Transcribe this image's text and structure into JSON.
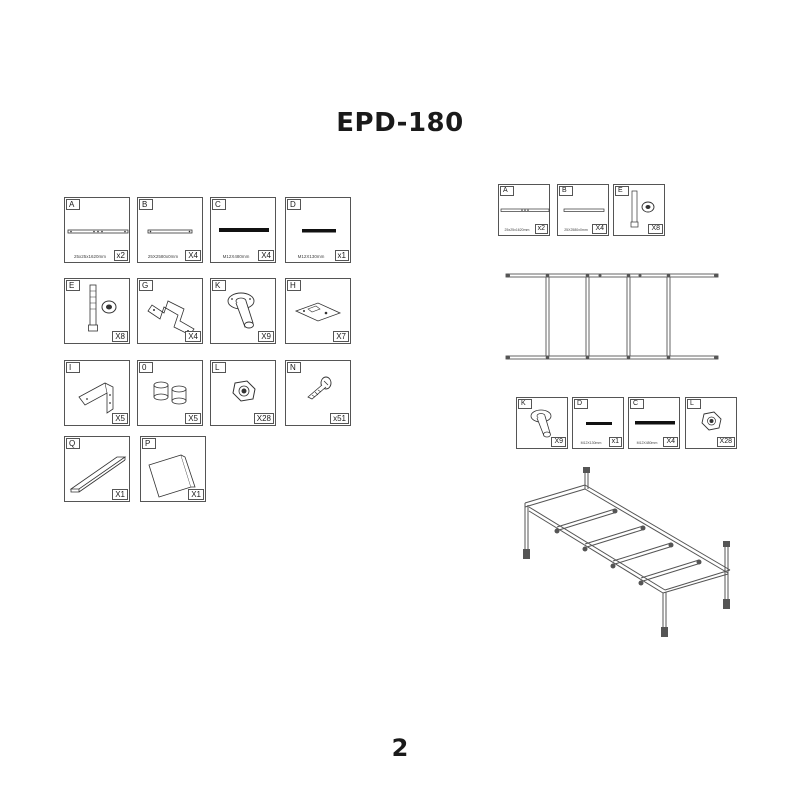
{
  "header": {
    "title": "EPD-180"
  },
  "parts": [
    {
      "letter": "A",
      "qty": "x2",
      "dim": "25x25x1620mm",
      "icon": "long-rod-icon"
    },
    {
      "letter": "B",
      "qty": "X4",
      "dim": "25X2580x0mm",
      "icon": "rod-icon"
    },
    {
      "letter": "C",
      "qty": "X4",
      "dim": "M12X480mm",
      "icon": "thick-bar-icon"
    },
    {
      "letter": "D",
      "qty": "x1",
      "dim": "M12X130mm",
      "icon": "short-bar-icon"
    },
    {
      "letter": "E",
      "qty": "X8",
      "dim": "",
      "icon": "bolt-nut-icon"
    },
    {
      "letter": "G",
      "qty": "X4",
      "dim": "",
      "icon": "bracket-icon"
    },
    {
      "letter": "K",
      "qty": "X9",
      "dim": "",
      "icon": "flange-tube-icon"
    },
    {
      "letter": "H",
      "qty": "X7",
      "dim": "",
      "icon": "plate-icon"
    },
    {
      "letter": "I",
      "qty": "X5",
      "dim": "",
      "icon": "angle-bracket-icon"
    },
    {
      "letter": "0",
      "qty": "X5",
      "dim": "",
      "icon": "rings-icon"
    },
    {
      "letter": "L",
      "qty": "X28",
      "dim": "",
      "icon": "hex-nut-icon"
    },
    {
      "letter": "N",
      "qty": "x51",
      "dim": "",
      "icon": "screw-icon"
    },
    {
      "letter": "Q",
      "qty": "X1",
      "dim": "",
      "icon": "tray-icon"
    },
    {
      "letter": "P",
      "qty": "X1",
      "dim": "",
      "icon": "panel-icon"
    }
  ],
  "step1_parts": [
    {
      "letter": "A",
      "qty": "x2",
      "dim": "25x25x1620mm",
      "icon": "long-rod-icon"
    },
    {
      "letter": "B",
      "qty": "X4",
      "dim": "25X2580x0mm",
      "icon": "rod-icon"
    },
    {
      "letter": "E",
      "qty": "X8",
      "dim": "",
      "icon": "bolt-nut-icon"
    }
  ],
  "step2_parts": [
    {
      "letter": "K",
      "qty": "X9",
      "dim": "",
      "icon": "flange-tube-icon"
    },
    {
      "letter": "D",
      "qty": "x1",
      "dim": "M12X130mm",
      "icon": "short-bar-icon"
    },
    {
      "letter": "C",
      "qty": "X4",
      "dim": "M12X480mm",
      "icon": "thick-bar-icon"
    },
    {
      "letter": "L",
      "qty": "X28",
      "dim": "",
      "icon": "hex-nut-icon"
    }
  ],
  "footer": {
    "page_number": "2"
  }
}
